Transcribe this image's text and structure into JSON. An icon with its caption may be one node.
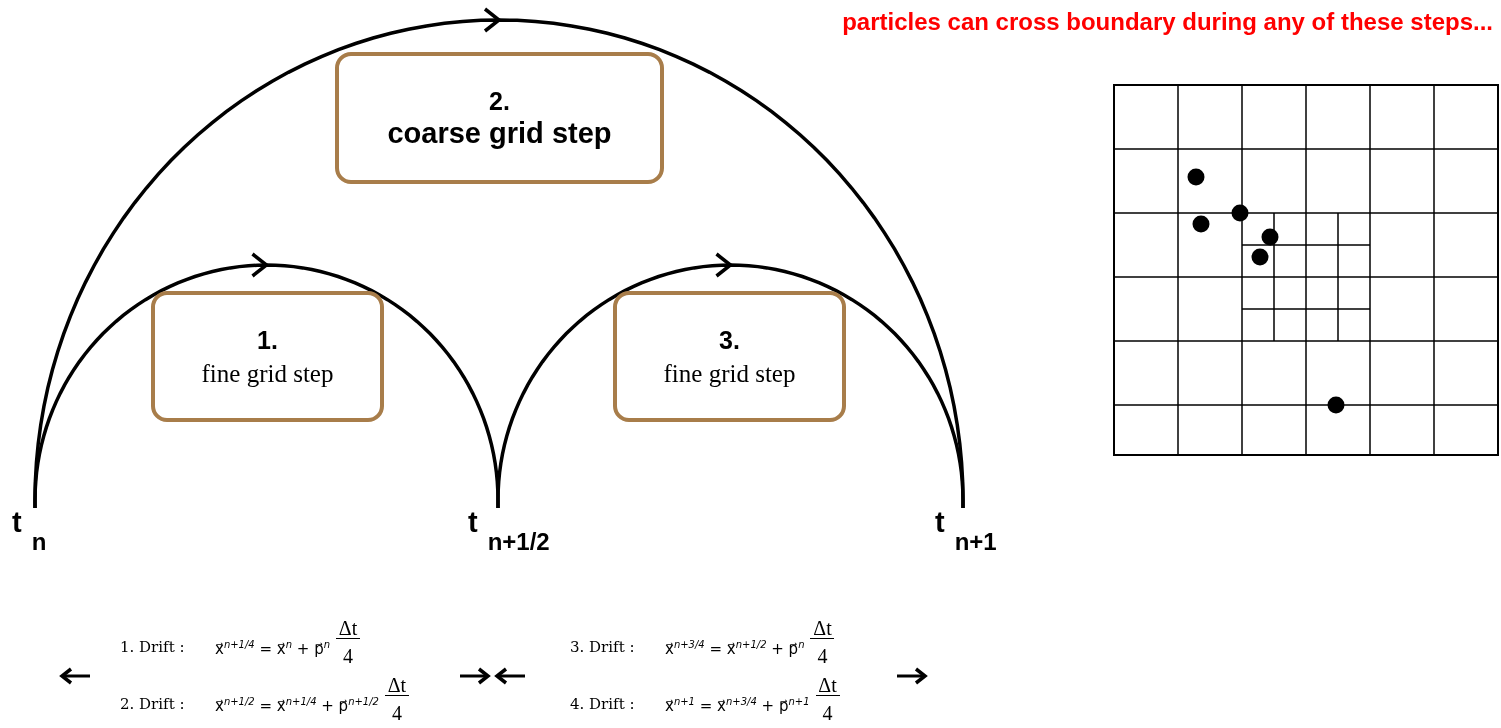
{
  "diagram": {
    "title": "particles can cross boundary during any of these steps...",
    "nodes": [
      {
        "text": [
          "2.",
          "coarse grid step"
        ]
      },
      {
        "text": [
          "1.",
          "fine grid step"
        ]
      },
      {
        "text": [
          "3.",
          "fine grid step"
        ]
      },
      {
        "text": [
          "t$_{n}$"
        ]
      },
      {
        "text": [
          "t$_{n+1/2}$"
        ]
      },
      {
        "text": [
          "t$_{n+1}$"
        ]
      }
    ],
    "edges": [
      {
        "from": 3,
        "to": 5,
        "arrow": "to"
      },
      {
        "from": 3,
        "to": 4,
        "arrow": "to"
      },
      {
        "from": 4,
        "to": 5,
        "arrow": "to"
      }
    ],
    "labels": [
      "1. Drift :",
      "x⃗$^{n+1/4}$ = x⃗$^{n}$ + p⃗$^{n}$",
      "Δt",
      "4",
      "2. Drift :",
      "x⃗$^{n+1/2}$ = x⃗$^{n+1/4}$ + p⃗$^{n+1/2}$",
      "Δt",
      "4",
      "3. Drift :",
      "x⃗$^{n+3/4}$ = x⃗$^{n+1/2}$ + p⃗$^{n}$",
      "Δt",
      "4",
      "4. Drift :",
      "x⃗$^{n+1}$ = x⃗$^{n+3/4}$ + p⃗$^{n+1}$",
      "Δt",
      "4"
    ]
  }
}
